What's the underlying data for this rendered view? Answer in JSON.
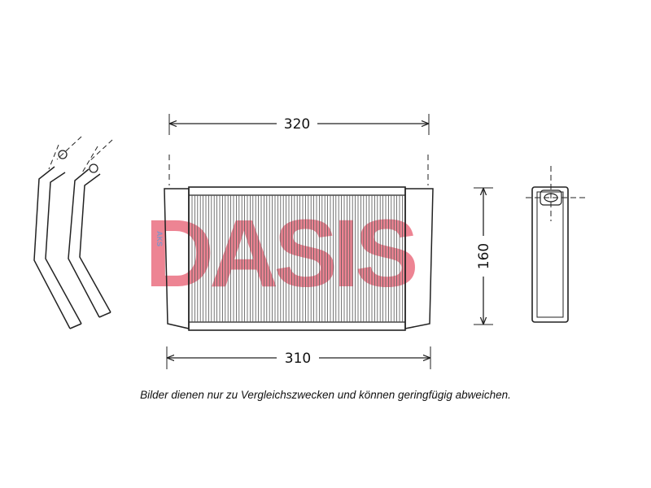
{
  "dimensions": {
    "top_width": "320",
    "bottom_width": "310",
    "height": "160"
  },
  "watermark": {
    "logo_text": "DASIS",
    "side_text": "AKS",
    "red": "#e0203c",
    "blue": "#1e3c96"
  },
  "caption": "Bilder dienen nur zu Vergleichszwecken und können geringfügig abweichen.",
  "icons": {
    "pipes": "heater-pipes-icon",
    "core": "heater-core-icon",
    "side": "side-view-icon"
  },
  "colors": {
    "line": "#222222",
    "fin": "#555555"
  }
}
